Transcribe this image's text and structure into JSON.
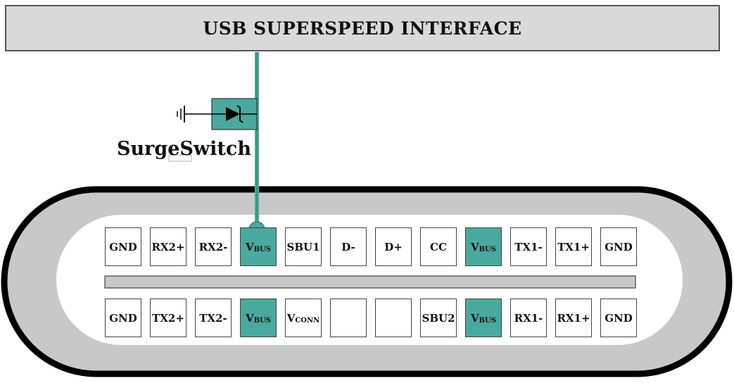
{
  "header": {
    "title": "USB SUPERSPEED INTERFACE"
  },
  "protection": {
    "label": "SurgeSwitch"
  },
  "colors": {
    "vbus_highlight": "#4aa99e",
    "trace": "#4aa99e",
    "shell": "#c8c8c8",
    "banner": "#d9d9d9"
  },
  "top_row": [
    {
      "main": "GND",
      "sub": "",
      "highlight": false
    },
    {
      "main": "RX2+",
      "sub": "",
      "highlight": false
    },
    {
      "main": "RX2-",
      "sub": "",
      "highlight": false
    },
    {
      "main": "V",
      "sub": "BUS",
      "highlight": true
    },
    {
      "main": "SBU1",
      "sub": "",
      "highlight": false
    },
    {
      "main": "D-",
      "sub": "",
      "highlight": false
    },
    {
      "main": "D+",
      "sub": "",
      "highlight": false
    },
    {
      "main": "CC",
      "sub": "",
      "highlight": false
    },
    {
      "main": "V",
      "sub": "BUS",
      "highlight": true
    },
    {
      "main": "TX1-",
      "sub": "",
      "highlight": false
    },
    {
      "main": "TX1+",
      "sub": "",
      "highlight": false
    },
    {
      "main": "GND",
      "sub": "",
      "highlight": false
    }
  ],
  "bottom_row": [
    {
      "main": "GND",
      "sub": "",
      "highlight": false
    },
    {
      "main": "TX2+",
      "sub": "",
      "highlight": false
    },
    {
      "main": "TX2-",
      "sub": "",
      "highlight": false
    },
    {
      "main": "V",
      "sub": "BUS",
      "highlight": true
    },
    {
      "main": "V",
      "sub": "CONN",
      "highlight": false
    },
    {
      "main": "",
      "sub": "",
      "highlight": false
    },
    {
      "main": "",
      "sub": "",
      "highlight": false
    },
    {
      "main": "SBU2",
      "sub": "",
      "highlight": false
    },
    {
      "main": "V",
      "sub": "BUS",
      "highlight": true
    },
    {
      "main": "RX1-",
      "sub": "",
      "highlight": false
    },
    {
      "main": "RX1+",
      "sub": "",
      "highlight": false
    },
    {
      "main": "GND",
      "sub": "",
      "highlight": false
    }
  ]
}
